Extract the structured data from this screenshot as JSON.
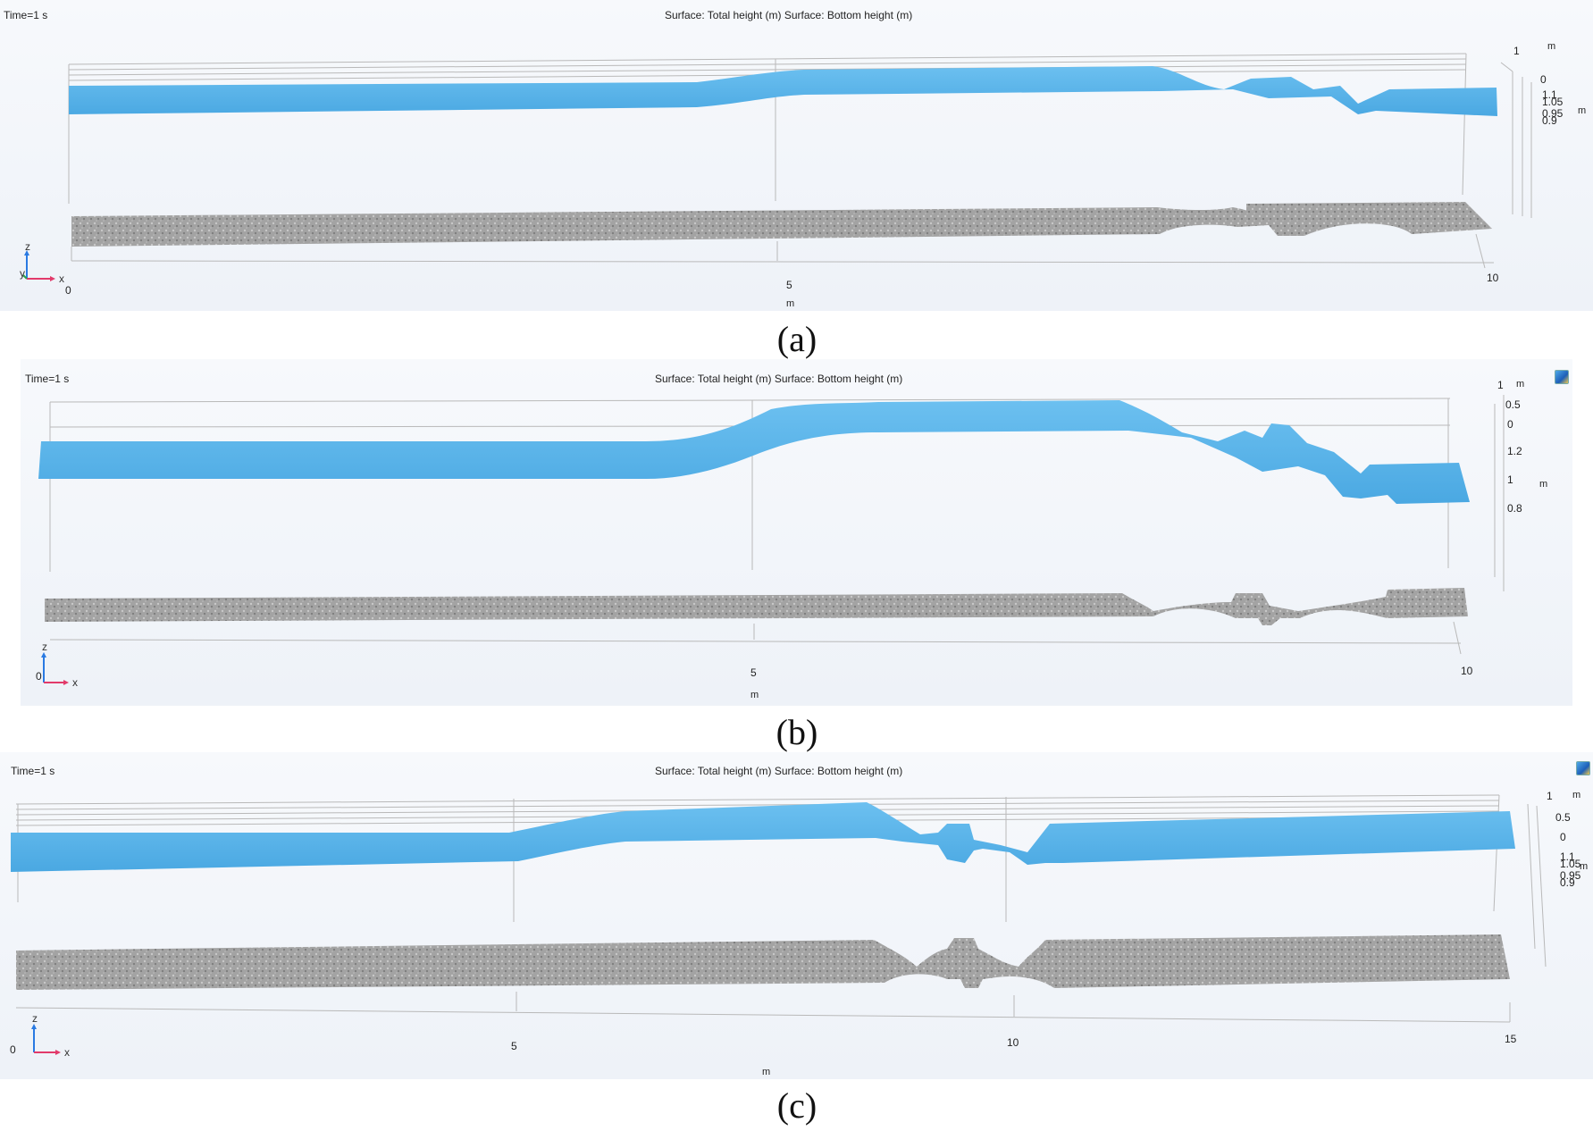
{
  "panels": [
    {
      "id": "a",
      "time_label": "Time=1 s",
      "surface_title": "Surface: Total height (m)  Surface: Bottom height (m)",
      "x_ticks": [
        "0",
        "5",
        "10"
      ],
      "x_unit": "m",
      "z_scale_top": "1",
      "z_scale_top_unit": "m",
      "z_scale_ticks": [
        "0",
        "1.1",
        "1.05",
        "0.95",
        "0.9"
      ],
      "z_scale_unit": "m",
      "caption": "(a)"
    },
    {
      "id": "b",
      "time_label": "Time=1 s",
      "surface_title": "Surface: Total height (m)  Surface: Bottom height (m)",
      "x_ticks": [
        "0",
        "5",
        "10"
      ],
      "x_unit": "m",
      "z_scale_top": "1",
      "z_scale_top_unit": "m",
      "z_scale_ticks": [
        "0.5",
        "0",
        "1.2",
        "1",
        "0.8"
      ],
      "z_scale_unit": "m",
      "caption": "(b)"
    },
    {
      "id": "c",
      "time_label": "Time=1 s",
      "surface_title": "Surface: Total height (m)  Surface: Bottom height (m)",
      "x_ticks": [
        "0",
        "5",
        "10",
        "15"
      ],
      "x_unit": "m",
      "z_scale_top": "1",
      "z_scale_top_unit": "m",
      "z_scale_ticks": [
        "0.5",
        "0",
        "1.1",
        "1.05",
        "0.95",
        "0.9"
      ],
      "z_scale_unit": "m",
      "caption": "(c)"
    }
  ],
  "axis_triad": {
    "z": "z",
    "x": "x",
    "y": "y"
  },
  "colors": {
    "water": "#5ab4ea",
    "water_dark": "#3e9bd6",
    "bed": "#9b9b9b",
    "panel_bg": "#f2f5fa"
  }
}
